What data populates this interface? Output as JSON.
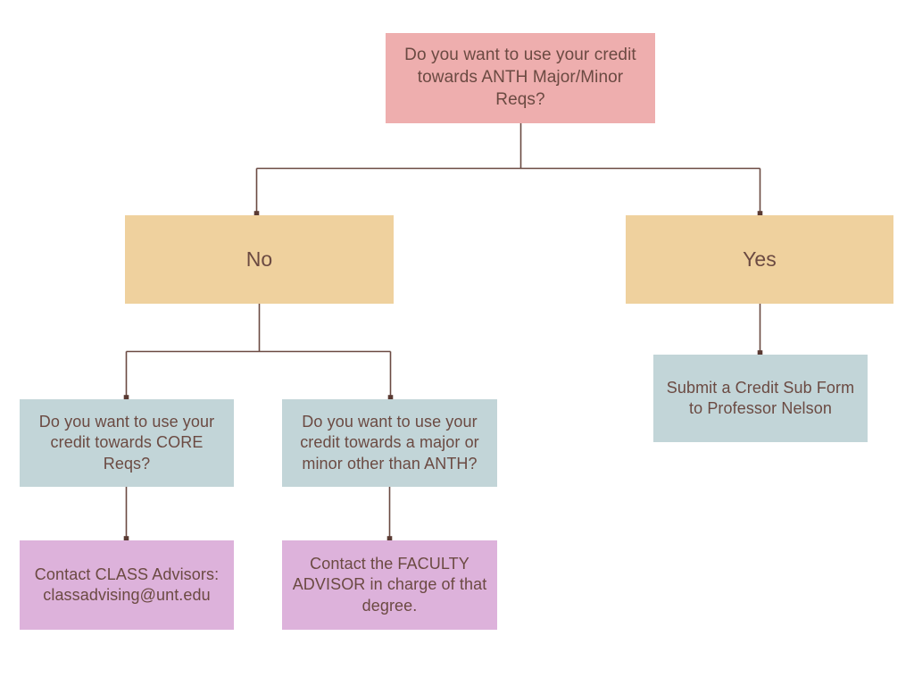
{
  "diagram": {
    "title": "ANTH Credit Routing Flowchart",
    "background_color": "#ffffff",
    "text_color": "#6b4a42",
    "connector_color": "#6b4a42",
    "palette": {
      "question_root": "#eeaeae",
      "answer": "#efd19e",
      "question_followup": "#c2d5d8",
      "action": "#ddb2db"
    },
    "nodes": {
      "root": "Do you want to use your credit towards ANTH Major/Minor Reqs?",
      "no": "No",
      "yes": "Yes",
      "core_reqs": "Do you want to use your credit towards CORE Reqs?",
      "other_major": "Do you want to use your credit towards a major or minor other than ANTH?",
      "credit_sub": "Submit a Credit Sub Form to Professor Nelson",
      "class_advisors": "Contact CLASS Advisors: classadvising@unt.edu",
      "faculty_advisor": "Contact the FACULTY ADVISOR in charge of that degree."
    },
    "edges": [
      {
        "from": "root",
        "to": "no"
      },
      {
        "from": "root",
        "to": "yes"
      },
      {
        "from": "no",
        "to": "core_reqs"
      },
      {
        "from": "no",
        "to": "other_major"
      },
      {
        "from": "yes",
        "to": "credit_sub"
      },
      {
        "from": "core_reqs",
        "to": "class_advisors"
      },
      {
        "from": "other_major",
        "to": "faculty_advisor"
      }
    ]
  }
}
